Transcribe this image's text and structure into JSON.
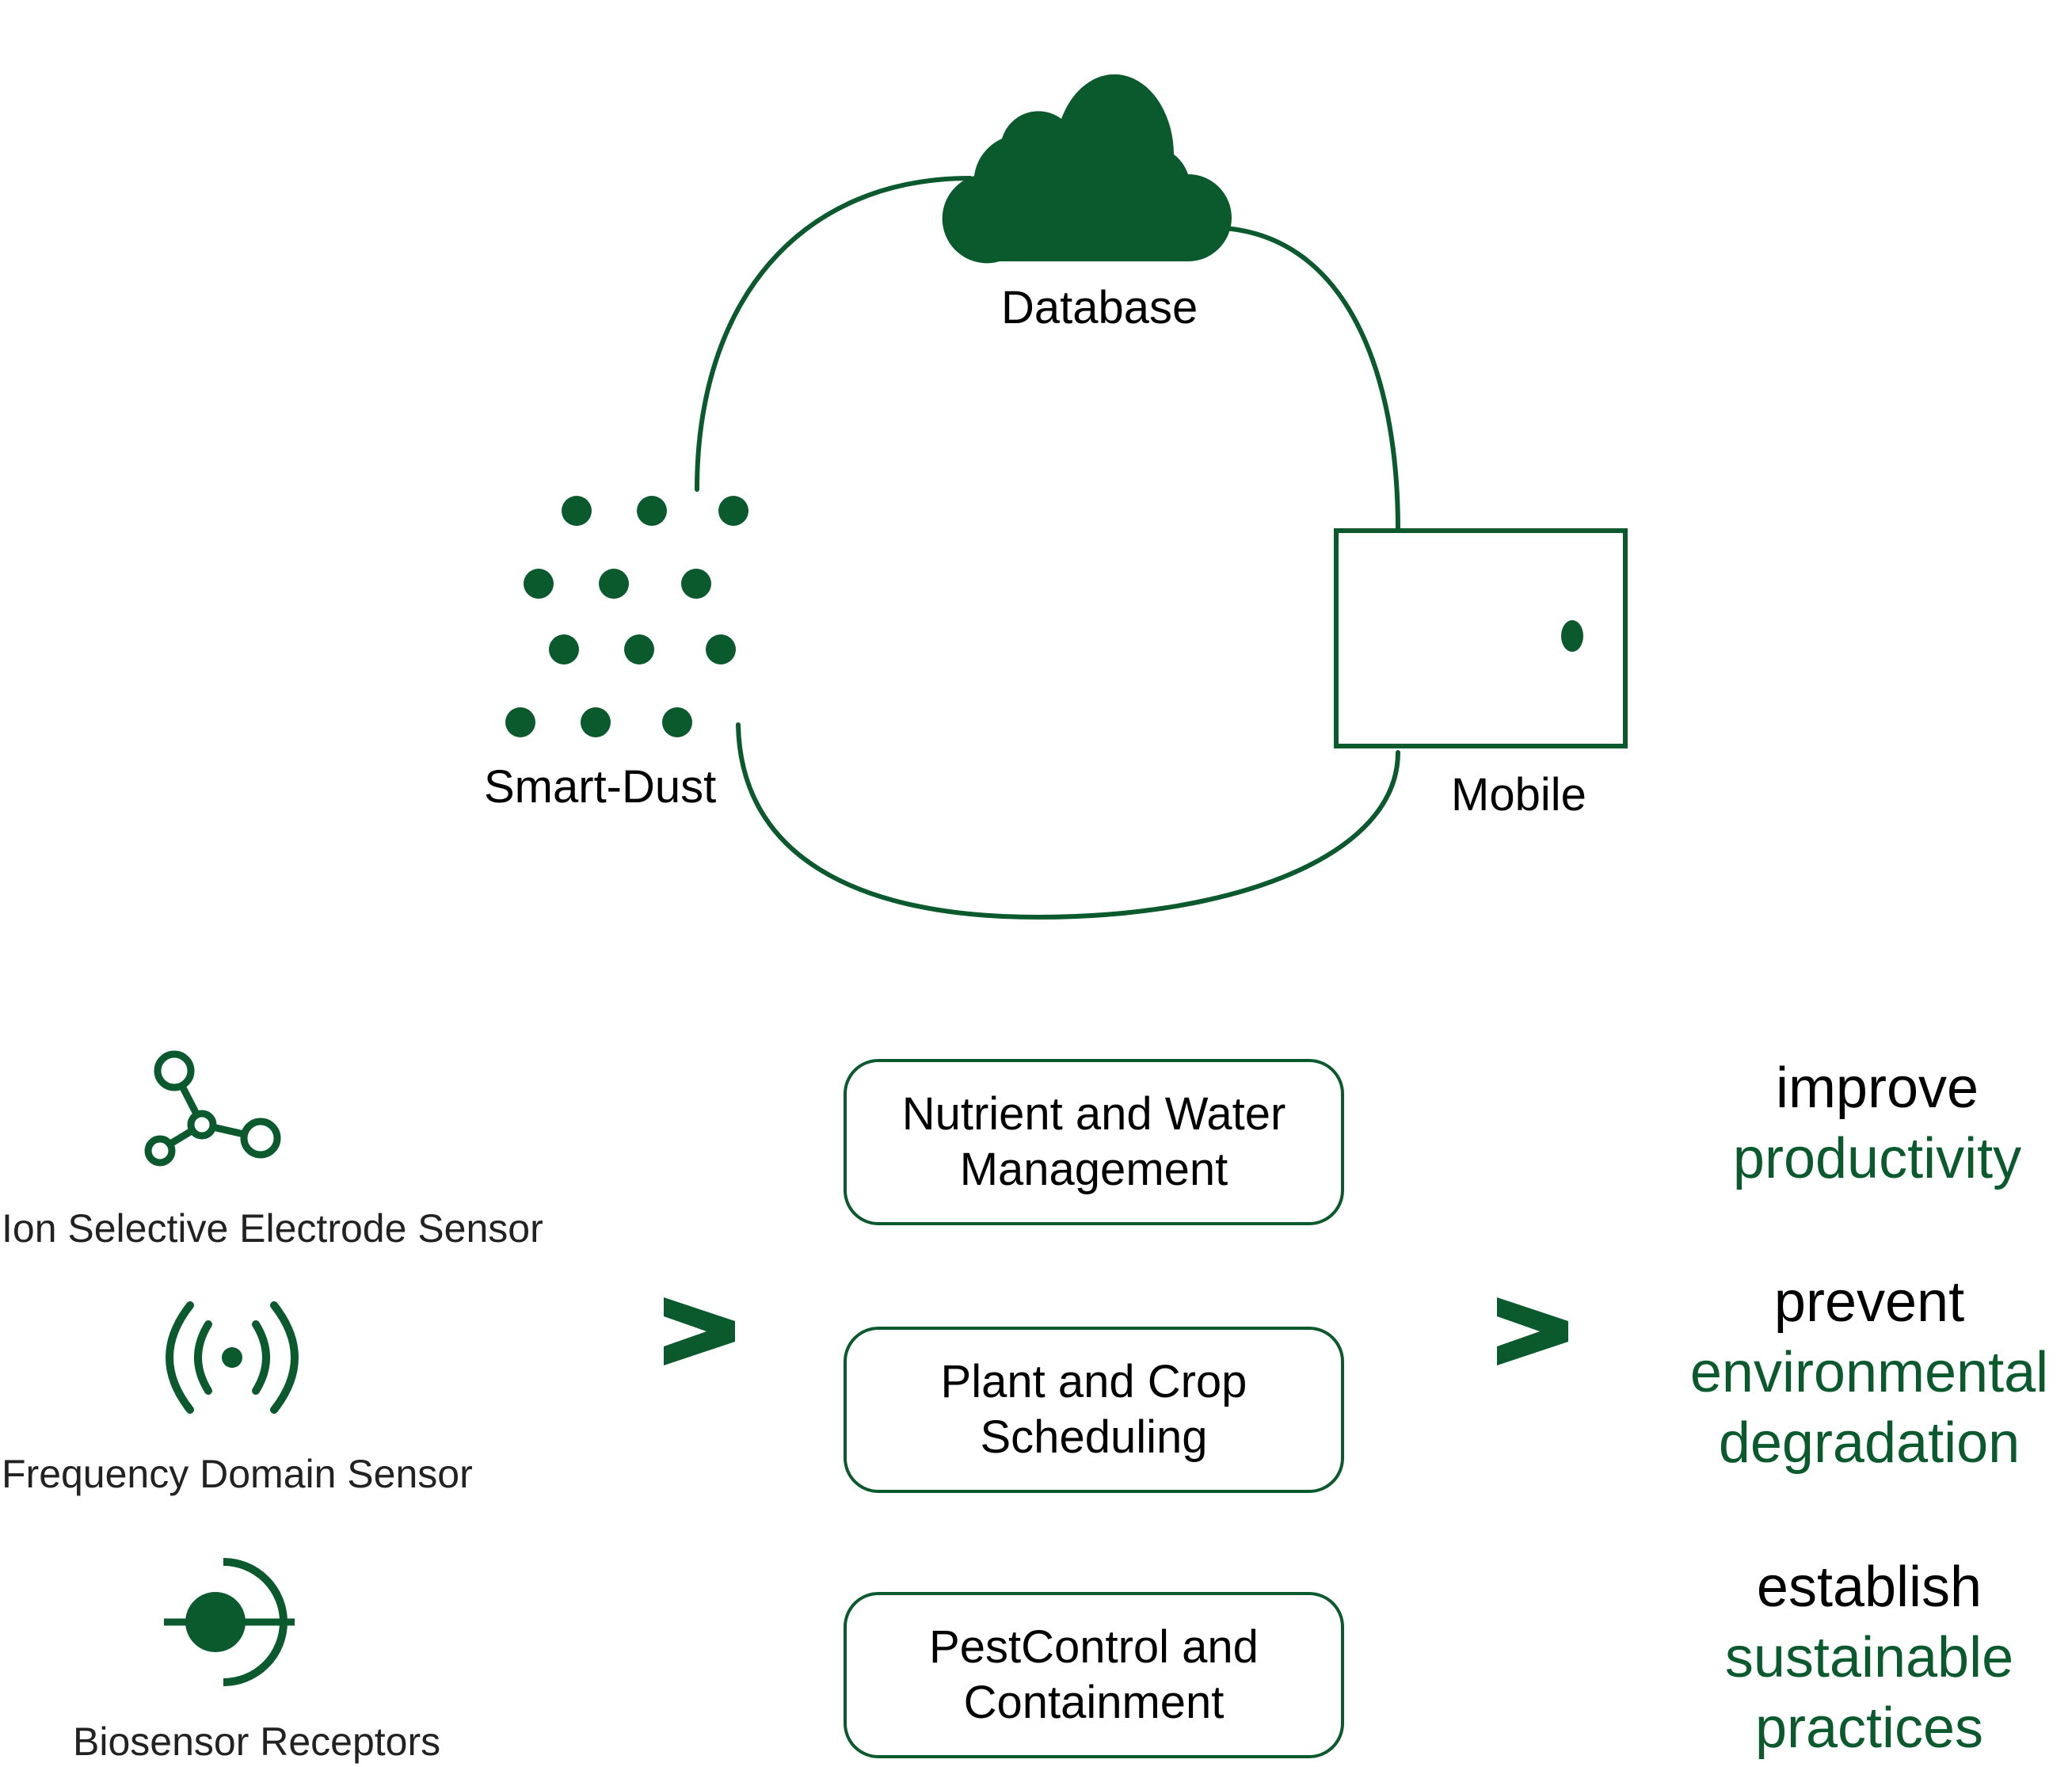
{
  "colors": {
    "accent": "#0b5a2e",
    "text": "#000000",
    "background": "#ffffff"
  },
  "loop": {
    "database_label": "Database",
    "smart_dust_label": "Smart-Dust",
    "mobile_label": "Mobile",
    "icons": [
      "cloud-icon",
      "smart-dust-icon",
      "mobile-device-icon"
    ]
  },
  "sensors": [
    {
      "label": "Ion Selective Electrode Sensor",
      "icon": "molecule-icon"
    },
    {
      "label": "Frequency Domain Sensor",
      "icon": "signal-broadcast-icon"
    },
    {
      "label": "Biosensor Receptors",
      "icon": "receptor-icon"
    }
  ],
  "arrows": [
    ">",
    ">"
  ],
  "applications": [
    {
      "line1": "Nutrient and Water",
      "line2": "Management"
    },
    {
      "line1": "Plant and Crop",
      "line2": "Scheduling"
    },
    {
      "line1": "PestControl and",
      "line2": "Containment"
    }
  ],
  "outcomes": [
    {
      "verb": "improve",
      "lines": [
        "productivity"
      ]
    },
    {
      "verb": "prevent",
      "lines": [
        "environmental",
        "degradation"
      ]
    },
    {
      "verb": "establish",
      "lines": [
        "sustainable",
        "practices"
      ]
    }
  ]
}
